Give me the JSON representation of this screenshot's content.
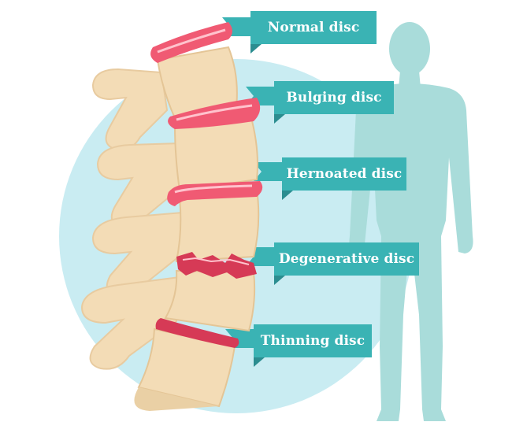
{
  "colors": {
    "background_circle": "#c9ecf2",
    "silhouette": "#a9dcda",
    "banner_front": "#3ab3b4",
    "banner_back": "#2b8d90",
    "bone": "#f3dcb6",
    "bone_outline": "#3f2d25",
    "disc_healthy": "#f05a73",
    "disc_damaged": "#d63a56"
  },
  "labels": [
    {
      "id": "normal",
      "text": "Normal disc"
    },
    {
      "id": "bulging",
      "text": "Bulging disc"
    },
    {
      "id": "herniated",
      "text": "Hernoated disc"
    },
    {
      "id": "degenerative",
      "text": "Degenerative disc"
    },
    {
      "id": "thinning",
      "text": "Thinning disc"
    }
  ],
  "icons": {
    "spine": "lumbar-spine-illustration",
    "body": "human-silhouette"
  }
}
